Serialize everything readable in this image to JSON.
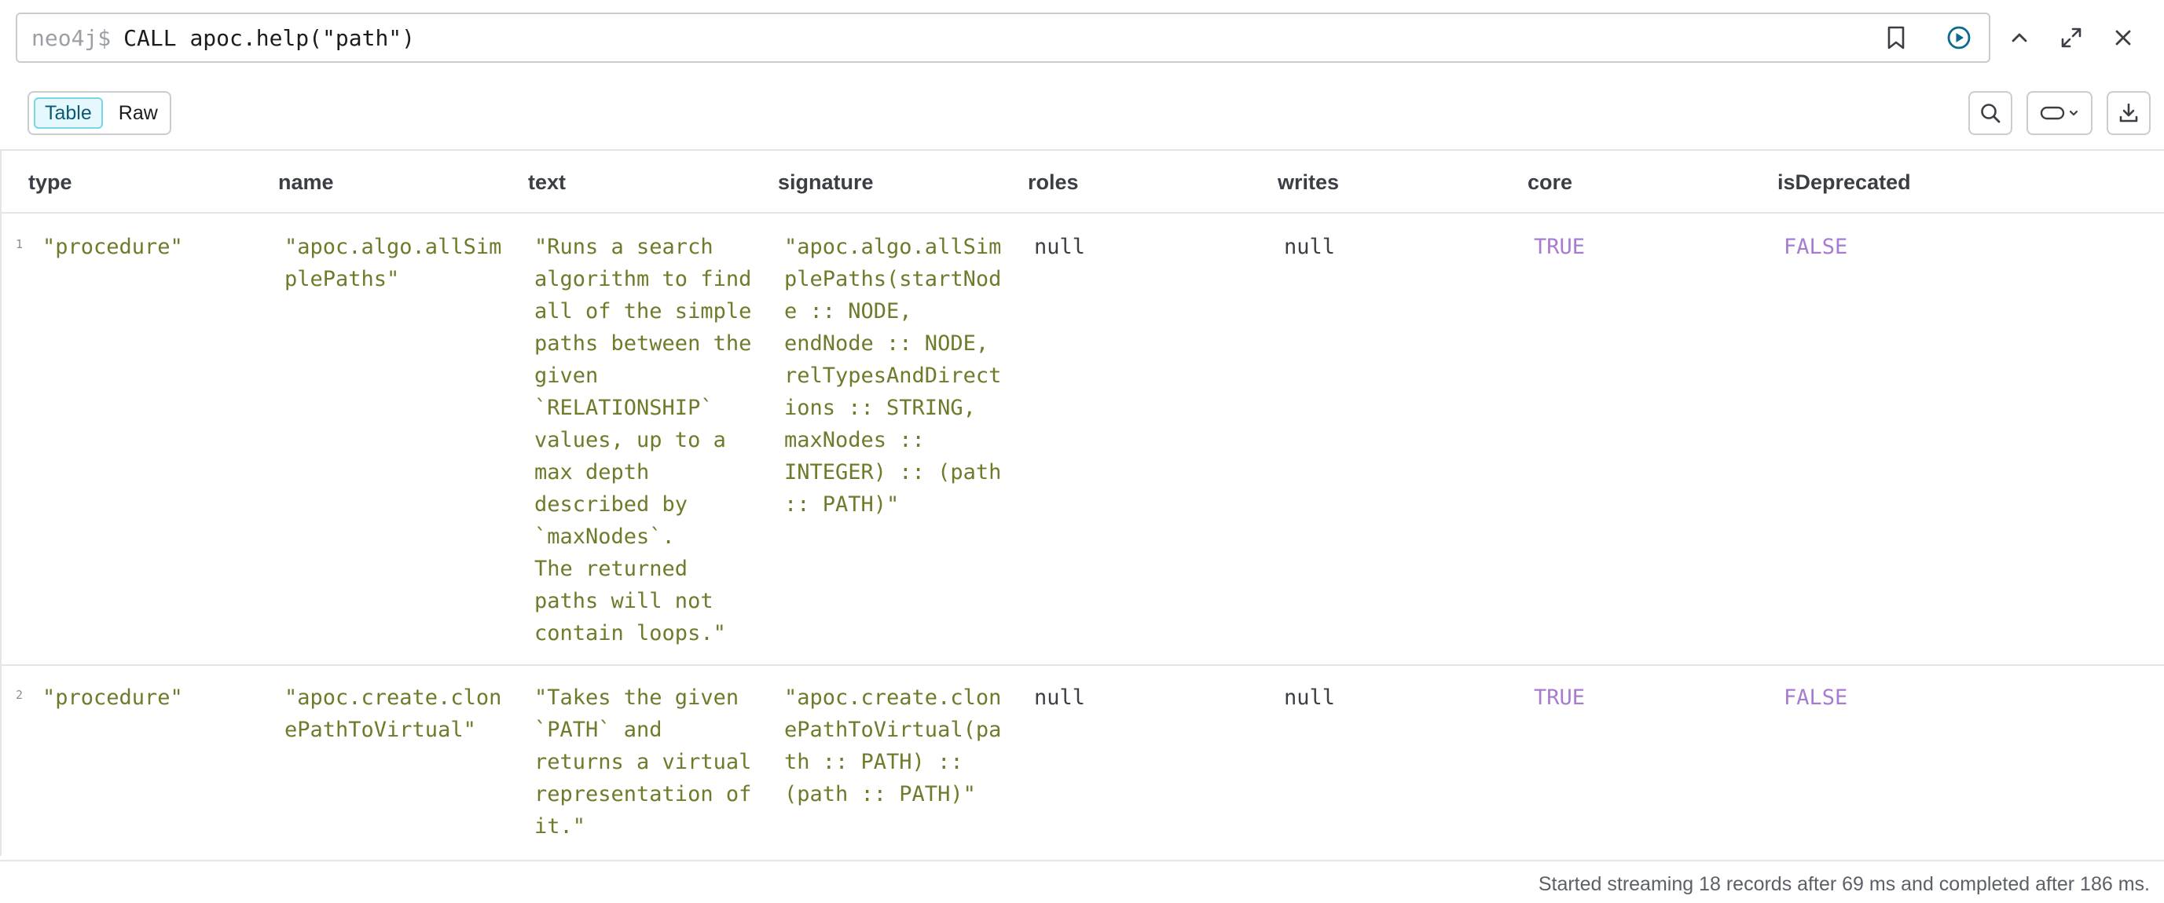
{
  "editor": {
    "prompt": "neo4j$",
    "query": "CALL apoc.help(\"path\")",
    "icons": [
      "bookmark-icon",
      "play-circle-icon"
    ]
  },
  "frame_actions": [
    "chevron-up-icon",
    "maximize-icon",
    "close-icon"
  ],
  "view_toggle": {
    "table_label": "Table",
    "raw_label": "Raw",
    "selected": "Table"
  },
  "tools": [
    "search-icon",
    "pill-toggle-icon",
    "download-icon"
  ],
  "table": {
    "columns": [
      "type",
      "name",
      "text",
      "signature",
      "roles",
      "writes",
      "core",
      "isDeprecated"
    ],
    "rows": [
      {
        "num": "1",
        "type": "\"procedure\"",
        "name": "\"apoc.algo.allSim\nplePaths\"",
        "text": "\"Runs a search\nalgorithm to find\nall of the simple\npaths between the\ngiven\n`RELATIONSHIP`\nvalues, up to a\nmax depth\ndescribed by\n`maxNodes`.\nThe returned\npaths will not\ncontain loops.\"",
        "signature": "\"apoc.algo.allSim\nplePaths(startNod\ne :: NODE,\nendNode :: NODE,\nrelTypesAndDirect\nions :: STRING,\nmaxNodes ::\nINTEGER) :: (path\n:: PATH)\"",
        "roles": "null",
        "writes": "null",
        "core": "TRUE",
        "isDeprecated": "FALSE"
      },
      {
        "num": "2",
        "type": "\"procedure\"",
        "name": "\"apoc.create.clon\nePathToVirtual\"",
        "text": "\"Takes the given\n`PATH` and\nreturns a virtual\nrepresentation of\nit.\"",
        "signature": "\"apoc.create.clon\nePathToVirtual(pa\nth :: PATH) ::\n(path :: PATH)\"",
        "roles": "null",
        "writes": "null",
        "core": "TRUE",
        "isDeprecated": "FALSE"
      }
    ]
  },
  "status": "Started streaming 18 records after 69 ms and completed after 186 ms."
}
